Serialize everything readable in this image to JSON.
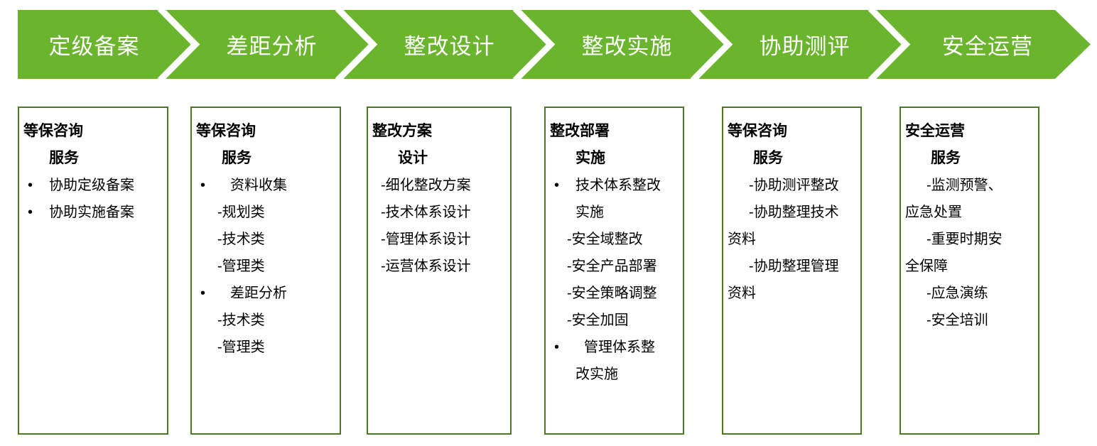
{
  "colors": {
    "chevron_fill": "#6BB52E",
    "chevron_separator": "#FFFFFF",
    "box_border": "#4A7C1F",
    "banner_text": "#FFFFFF",
    "body_text": "#000000",
    "page_background": "#FFFFFF"
  },
  "banner": {
    "steps": [
      {
        "label": "定级备案"
      },
      {
        "label": "差距分析"
      },
      {
        "label": "整改设计"
      },
      {
        "label": "整改实施"
      },
      {
        "label": "协助测评"
      },
      {
        "label": "安全运营"
      }
    ]
  },
  "boxes": [
    {
      "id": "box-1",
      "lines": [
        {
          "text": "等保咨询",
          "style": "head"
        },
        {
          "text": "服务",
          "style": "head-cont"
        },
        {
          "text": "协助定级备案",
          "style": "bullet"
        },
        {
          "text": "协助实施备案",
          "style": "bullet"
        }
      ]
    },
    {
      "id": "box-2",
      "lines": [
        {
          "text": "等保咨询",
          "style": "head"
        },
        {
          "text": "服务",
          "style": "head-cont"
        },
        {
          "text": "资料收集",
          "style": "bullet-wide"
        },
        {
          "text": "-规划类",
          "style": "dash-2"
        },
        {
          "text": "-技术类",
          "style": "dash-2"
        },
        {
          "text": "-管理类",
          "style": "dash-2"
        },
        {
          "text": "差距分析",
          "style": "bullet-wide"
        },
        {
          "text": "-技术类",
          "style": "dash-2"
        },
        {
          "text": "-管理类",
          "style": "dash-2"
        }
      ]
    },
    {
      "id": "box-3",
      "lines": [
        {
          "text": "整改方案",
          "style": "head"
        },
        {
          "text": "设计",
          "style": "head-cont"
        },
        {
          "text": "-细化整改方案",
          "style": "dash-0"
        },
        {
          "text": "-技术体系设计",
          "style": "dash-0"
        },
        {
          "text": "-管理体系设计",
          "style": "dash-0"
        },
        {
          "text": "-运营体系设计",
          "style": "dash-0"
        }
      ]
    },
    {
      "id": "box-4",
      "lines": [
        {
          "text": "整改部署",
          "style": "head"
        },
        {
          "text": "实施",
          "style": "head-cont"
        },
        {
          "text": "技术体系整改",
          "style": "bullet"
        },
        {
          "text": "实施",
          "style": "bullet-cont"
        },
        {
          "text": "-安全域整改",
          "style": "dash"
        },
        {
          "text": "-安全产品部署",
          "style": "dash"
        },
        {
          "text": "-安全策略调整",
          "style": "dash"
        },
        {
          "text": "-安全加固",
          "style": "dash"
        },
        {
          "text": "管理体系整",
          "style": "bullet-wide"
        },
        {
          "text": "改实施",
          "style": "bullet-cont"
        }
      ]
    },
    {
      "id": "box-5",
      "lines": [
        {
          "text": "等保咨询",
          "style": "head"
        },
        {
          "text": "服务",
          "style": "head-cont"
        },
        {
          "text": "-协助测评整改",
          "style": "dash-2"
        },
        {
          "text": "-协助整理技术",
          "style": "dash-2"
        },
        {
          "text": "资料",
          "style": "flush"
        },
        {
          "text": "-协助整理管理",
          "style": "dash-2"
        },
        {
          "text": "资料",
          "style": "flush"
        }
      ]
    },
    {
      "id": "box-6",
      "lines": [
        {
          "text": "安全运营",
          "style": "head"
        },
        {
          "text": "服务",
          "style": "head-cont"
        },
        {
          "text": "-监测预警、",
          "style": "dash-2"
        },
        {
          "text": "应急处置",
          "style": "flush"
        },
        {
          "text": "-重要时期安",
          "style": "dash-2"
        },
        {
          "text": "全保障",
          "style": "flush"
        },
        {
          "text": "-应急演练",
          "style": "dash-2"
        },
        {
          "text": "-安全培训",
          "style": "dash-2"
        }
      ]
    }
  ]
}
